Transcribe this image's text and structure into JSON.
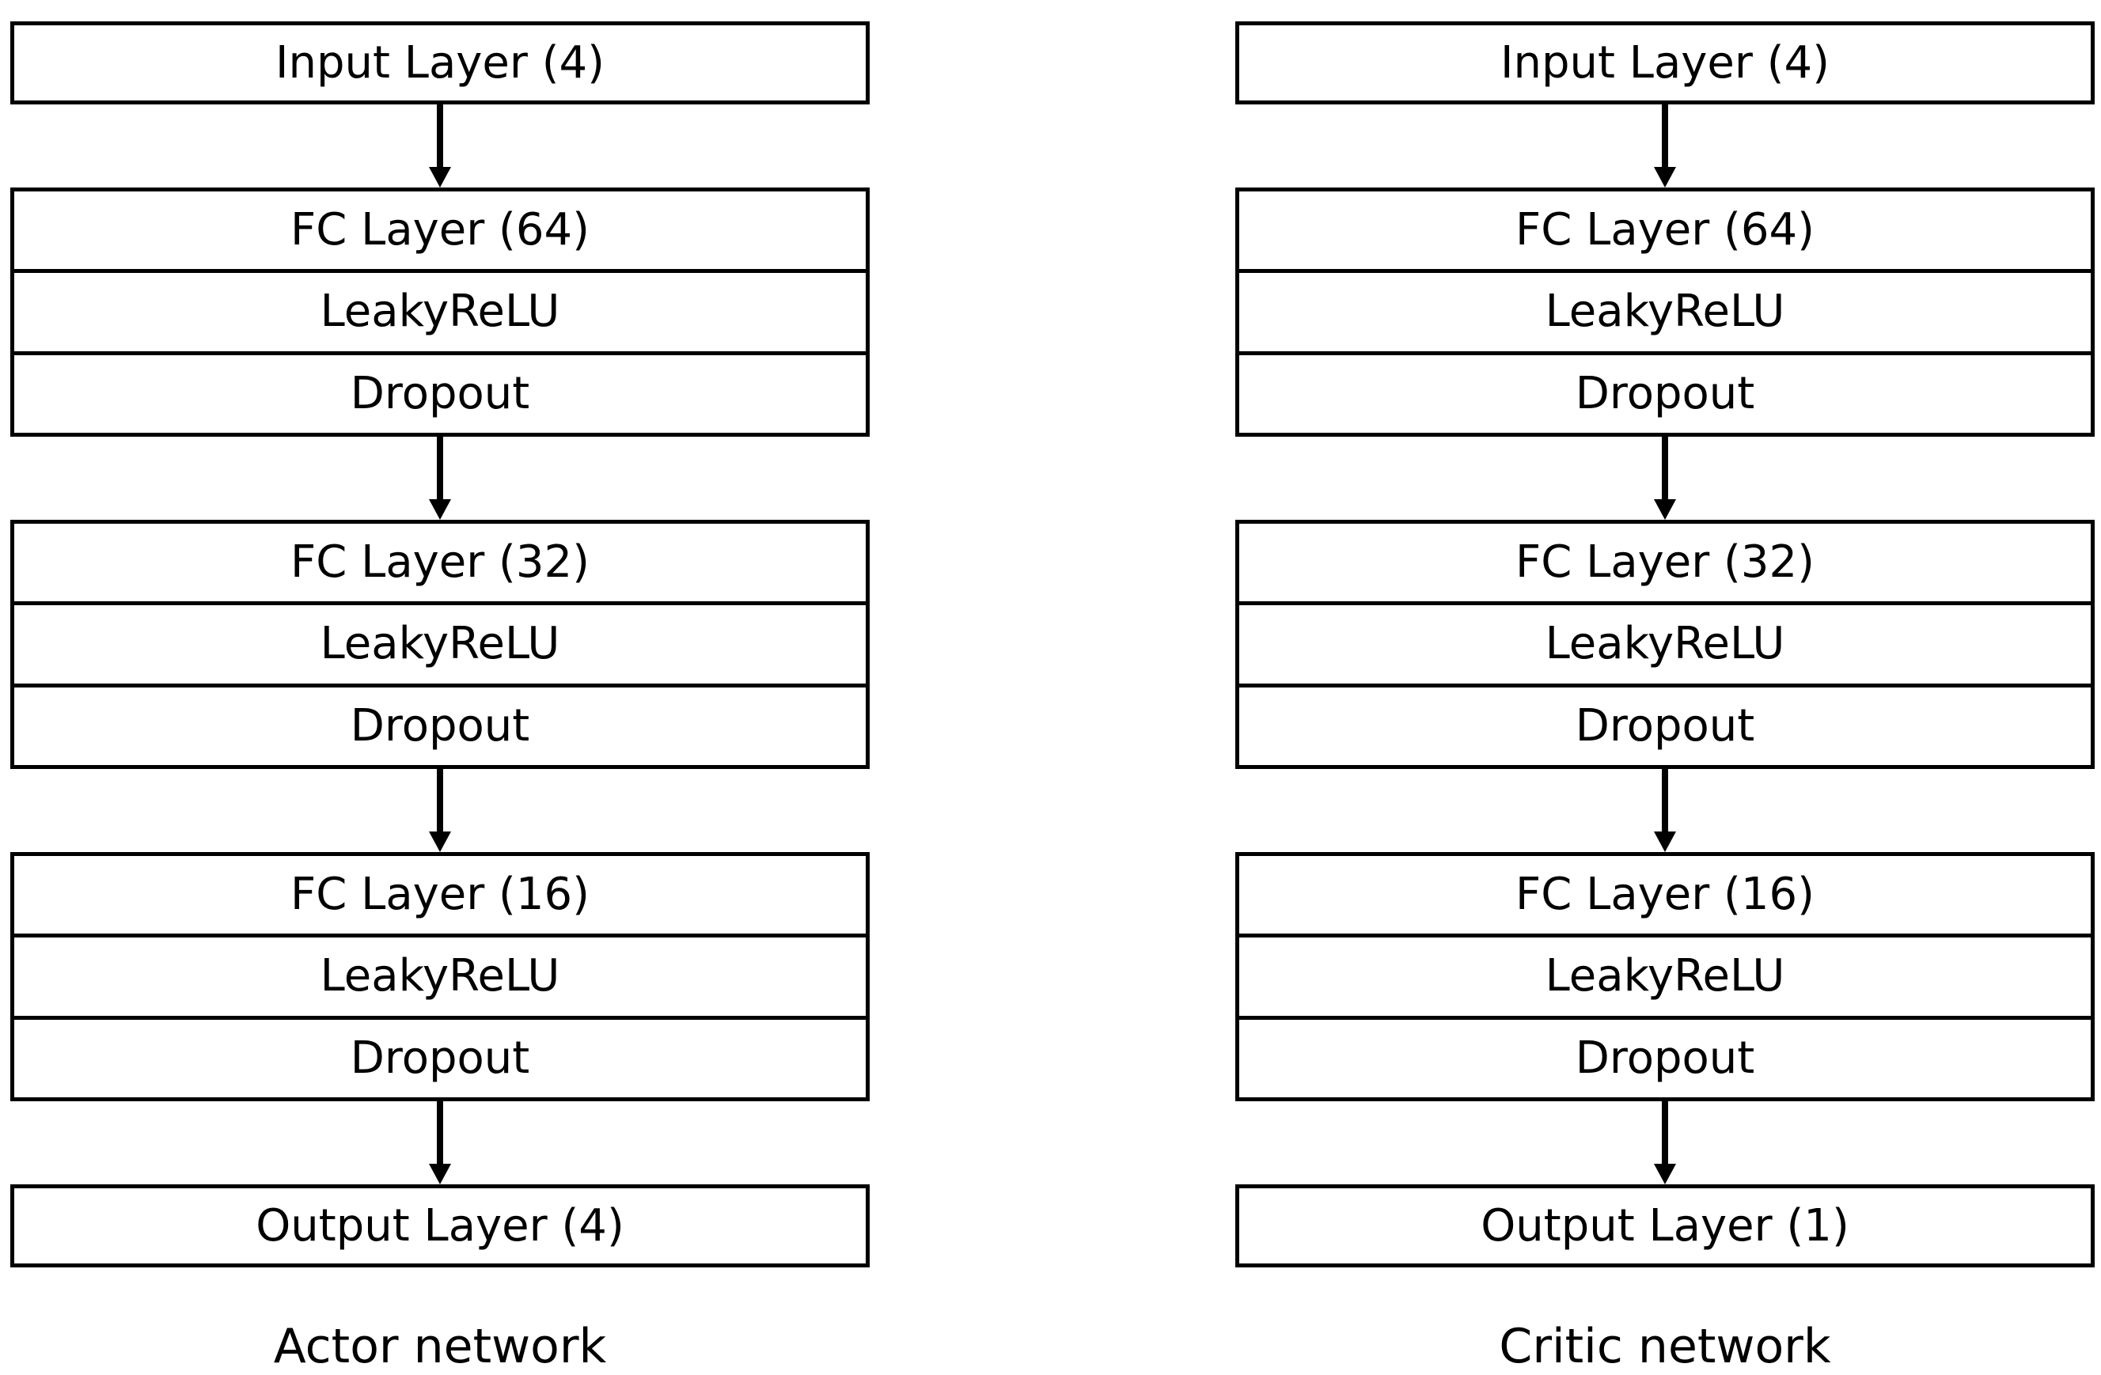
{
  "diagram": {
    "colors": {
      "line": "#000000",
      "text": "#000000",
      "background": "#ffffff"
    },
    "networks": [
      {
        "caption": "Actor network",
        "blocks": [
          {
            "rows": [
              "Input Layer (4)"
            ]
          },
          {
            "rows": [
              "FC Layer (64)",
              "LeakyReLU",
              "Dropout"
            ]
          },
          {
            "rows": [
              "FC Layer (32)",
              "LeakyReLU",
              "Dropout"
            ]
          },
          {
            "rows": [
              "FC Layer (16)",
              "LeakyReLU",
              "Dropout"
            ]
          },
          {
            "rows": [
              "Output Layer (4)"
            ]
          }
        ]
      },
      {
        "caption": "Critic network",
        "blocks": [
          {
            "rows": [
              "Input Layer (4)"
            ]
          },
          {
            "rows": [
              "FC Layer (64)",
              "LeakyReLU",
              "Dropout"
            ]
          },
          {
            "rows": [
              "FC Layer (32)",
              "LeakyReLU",
              "Dropout"
            ]
          },
          {
            "rows": [
              "FC Layer (16)",
              "LeakyReLU",
              "Dropout"
            ]
          },
          {
            "rows": [
              "Output Layer (1)"
            ]
          }
        ]
      }
    ]
  }
}
